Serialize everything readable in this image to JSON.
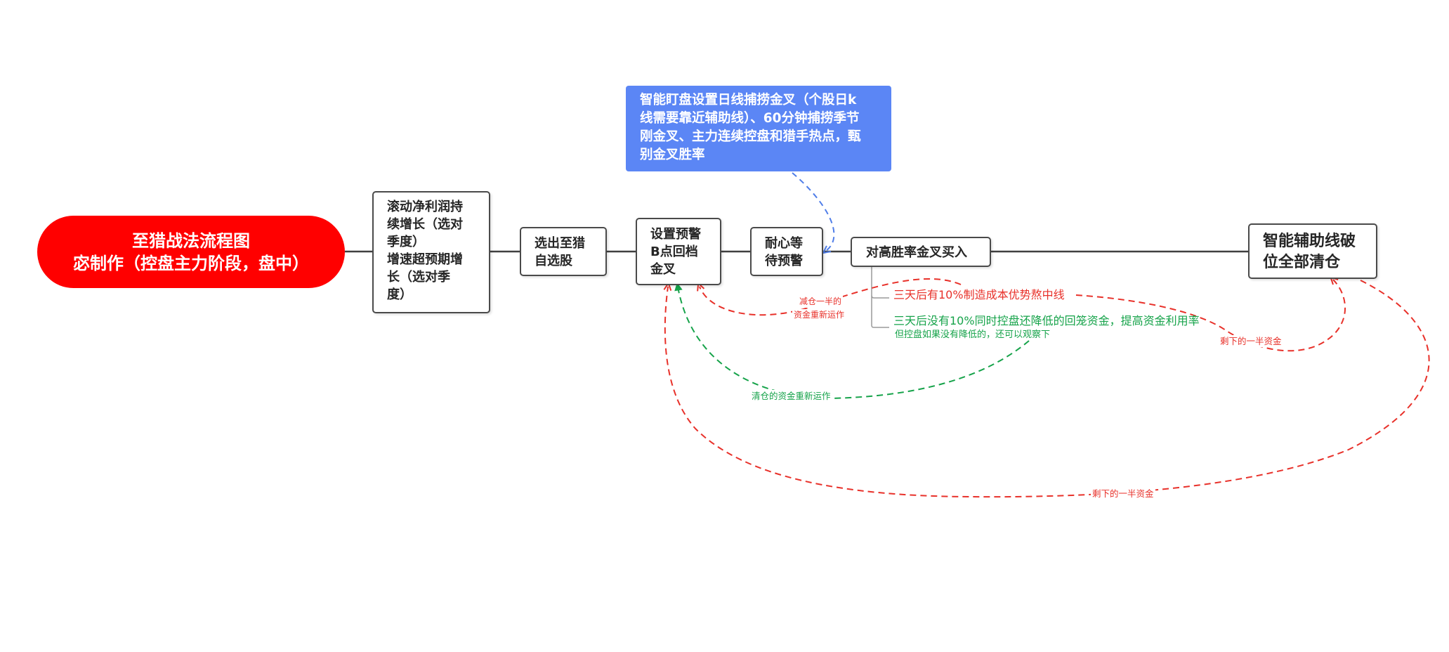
{
  "diagram": {
    "root": {
      "lines": [
        "至猎战法流程图",
        "宓制作（控盘主力阶段，盘中）"
      ]
    },
    "note": {
      "lines": [
        "智能盯盘设置日线捕捞金叉（个股日k",
        "线需要靠近辅助线）、60分钟捕捞季节",
        "刚金叉、主力连续控盘和猎手热点，甄",
        "别金叉胜率"
      ]
    },
    "steps": [
      {
        "lines": [
          "滚动净利润持",
          "续增长（选对",
          "季度）",
          "增速超预期增",
          "长（选对季",
          "度）"
        ]
      },
      {
        "lines": [
          "选出至猎",
          "自选股"
        ]
      },
      {
        "lines": [
          "设置预警",
          "B点回档",
          "金叉"
        ]
      },
      {
        "lines": [
          "耐心等",
          "待预警"
        ]
      },
      {
        "lines": [
          "对高胜率金叉买入"
        ]
      },
      {
        "lines": [
          "智能辅助线破",
          "位全部清仓"
        ]
      }
    ],
    "branches": {
      "red": "三天后有10%制造成本优势熬中线",
      "green": "三天后没有10%同时控盘还降低的回笼资金，提高资金利用率",
      "green_sub": "但控盘如果没有降低的，还可以观察下"
    },
    "annotations": {
      "reduce_line1": "减仓一半的",
      "reduce_line2": "资金重新运作",
      "clear_label": "清仓的资金重新运作",
      "half_remaining_a": "剩下的一半资金",
      "half_remaining_b": "剩下的一半资金"
    },
    "colors": {
      "root": "#ff0000",
      "note": "#5b86f5",
      "red_dashed": "#e8312a",
      "green_dashed": "#16a34a",
      "blue_dashed": "#4f7de8"
    }
  }
}
